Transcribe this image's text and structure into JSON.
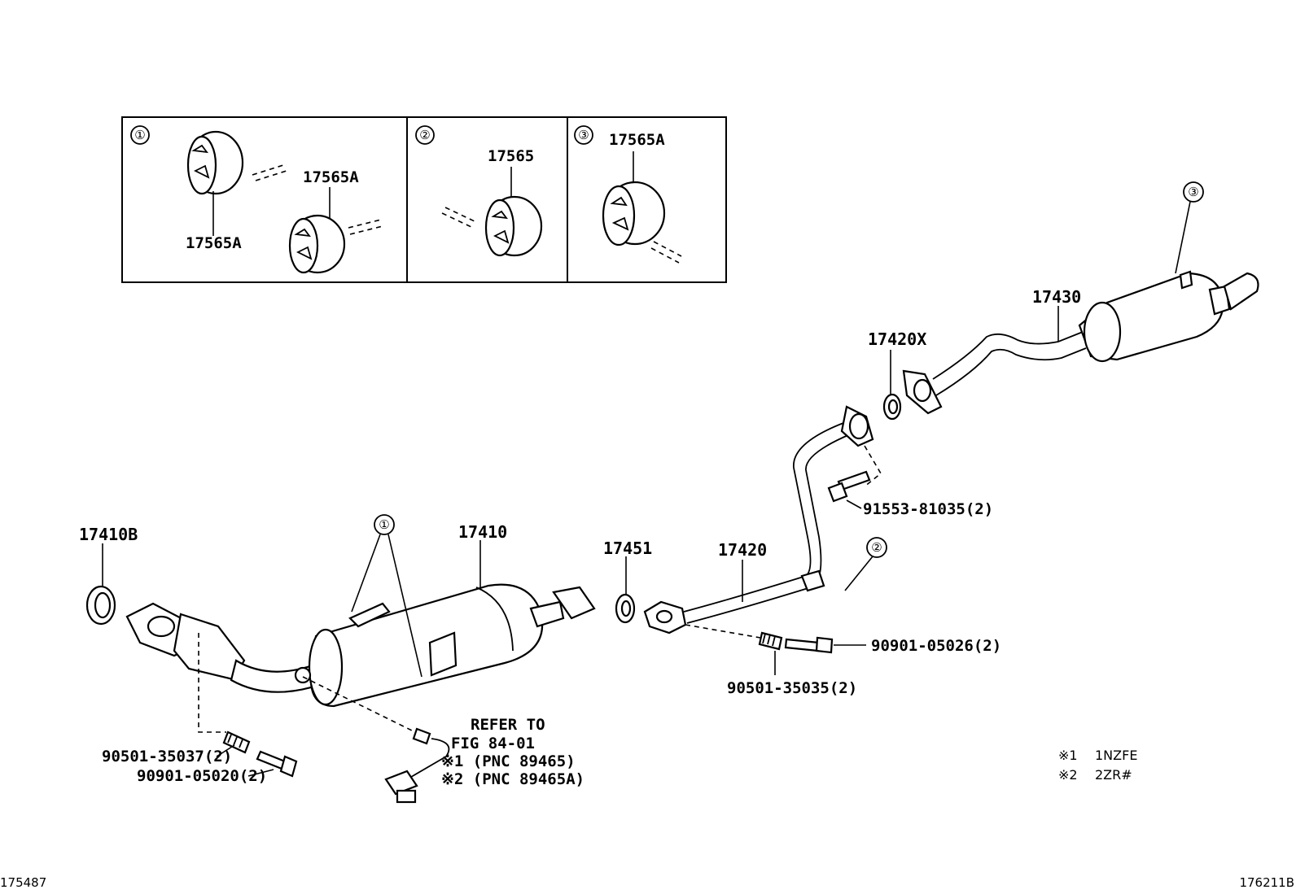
{
  "diagram": {
    "inset_groups": [
      {
        "marker": "①",
        "labels": [
          "17565A",
          "17565A"
        ]
      },
      {
        "marker": "②",
        "labels": [
          "17565"
        ]
      },
      {
        "marker": "③",
        "labels": [
          "17565A"
        ]
      }
    ],
    "callouts": {
      "c1": "①",
      "c2": "②",
      "c3": "③"
    },
    "parts": {
      "p17410B": "17410B",
      "p17410": "17410",
      "p17451": "17451",
      "p17420": "17420",
      "p17420X": "17420X",
      "p17430": "17430",
      "b91553": "91553-81035(2)",
      "b90901_05026": "90901-05026(2)",
      "b90501_35035": "90501-35035(2)",
      "b90501_35037": "90501-35037(2)",
      "b90901_05020": "90901-05020(2)"
    },
    "refer": [
      "REFER TO",
      "FIG 84-01",
      "※1 (PNC 89465)",
      "※2 (PNC 89465A)"
    ],
    "legend": [
      {
        "mark": "※1",
        "text": "1NZFE"
      },
      {
        "mark": "※2",
        "text": "2ZR#"
      }
    ],
    "corner_left": "175487",
    "corner_right": "176211B"
  }
}
